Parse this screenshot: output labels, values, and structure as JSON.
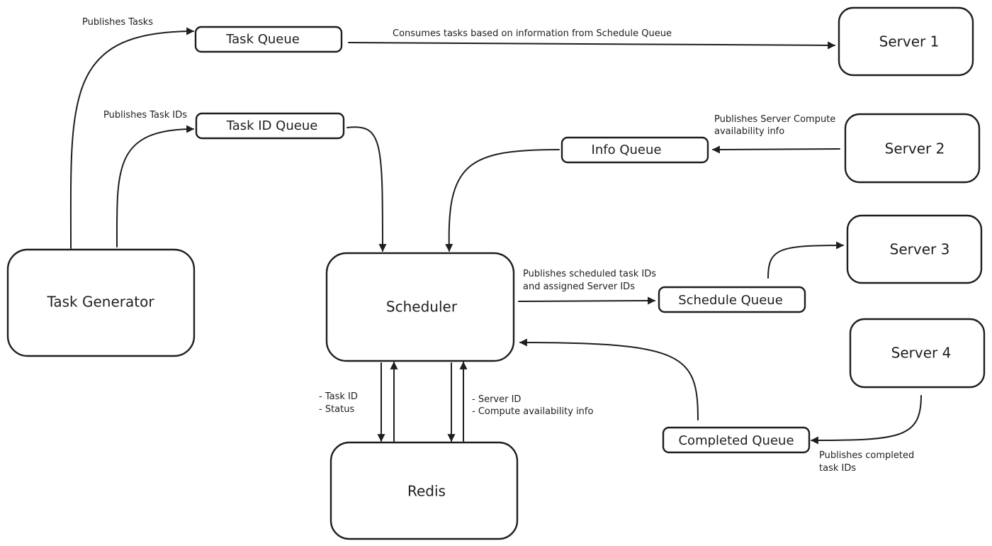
{
  "nodes": {
    "task_generator": "Task Generator",
    "scheduler": "Scheduler",
    "redis": "Redis",
    "server_1": "Server 1",
    "server_2": "Server 2",
    "server_3": "Server 3",
    "server_4": "Server 4"
  },
  "queues": {
    "task_queue": "Task Queue",
    "task_id_queue": "Task ID Queue",
    "info_queue": "Info Queue",
    "schedule_queue": "Schedule Queue",
    "completed_queue": "Completed Queue"
  },
  "edge_labels": {
    "publishes_tasks": "Publishes Tasks",
    "publishes_task_ids": "Publishes Task IDs",
    "consumes_tasks": "Consumes tasks based on information from Schedule Queue",
    "server_compute_1": "Publishes Server Compute",
    "server_compute_2": "availability info",
    "scheduled_1": "Publishes scheduled task IDs",
    "scheduled_2": "and assigned Server IDs",
    "redis_task_1": "- Task ID",
    "redis_task_2": "- Status",
    "redis_server_1": "- Server ID",
    "redis_server_2": "- Compute availability info",
    "completed_1": "Publishes completed",
    "completed_2": "task IDs"
  }
}
